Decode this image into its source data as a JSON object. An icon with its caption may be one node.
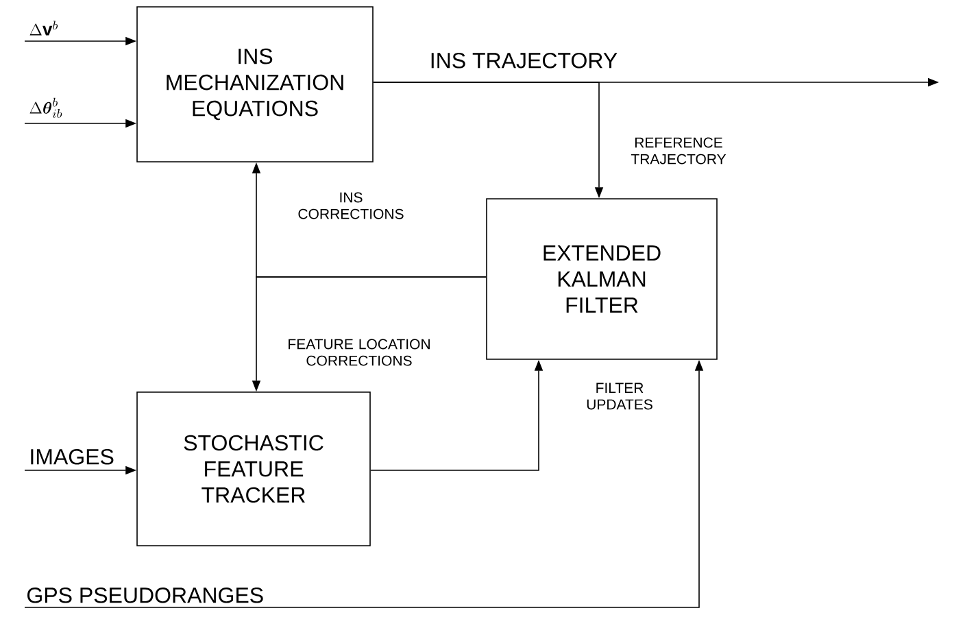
{
  "diagram": {
    "nodes": [
      {
        "text": [
          "INS MECHANIZATION EQUATIONS"
        ]
      },
      {
        "text": [
          "EXTENDED KALMAN FILTER"
        ]
      },
      {
        "text": [
          "STOCHASTIC FEATURE TRACKER"
        ]
      }
    ],
    "edges": [
      {
        "from": null,
        "to": 0,
        "arrow": "to",
        "label": "\\Delta\\mathbf{v}^{b}"
      },
      {
        "from": null,
        "to": 0,
        "arrow": "to",
        "label": "\\Delta\\boldsymbol{\\theta}_{ib}^{b}"
      },
      {
        "from": 0,
        "to": null,
        "arrow": "to",
        "label": "INS TRAJECTORY"
      },
      {
        "from": 0,
        "to": 1,
        "arrow": "to",
        "label": "REFERENCE TRAJECTORY"
      },
      {
        "from": 1,
        "to": 0,
        "arrow": "to",
        "label": "INS CORRECTIONS"
      },
      {
        "from": 1,
        "to": 2,
        "arrow": "to",
        "label": "FEATURE LOCATION CORRECTIONS"
      },
      {
        "from": 2,
        "to": 1,
        "arrow": "to",
        "label": "FILTER UPDATES"
      },
      {
        "from": null,
        "to": 1,
        "arrow": "to",
        "label": "GPS PSEUDORANGES"
      },
      {
        "from": null,
        "to": 2,
        "arrow": "to",
        "label": "IMAGES"
      }
    ]
  }
}
